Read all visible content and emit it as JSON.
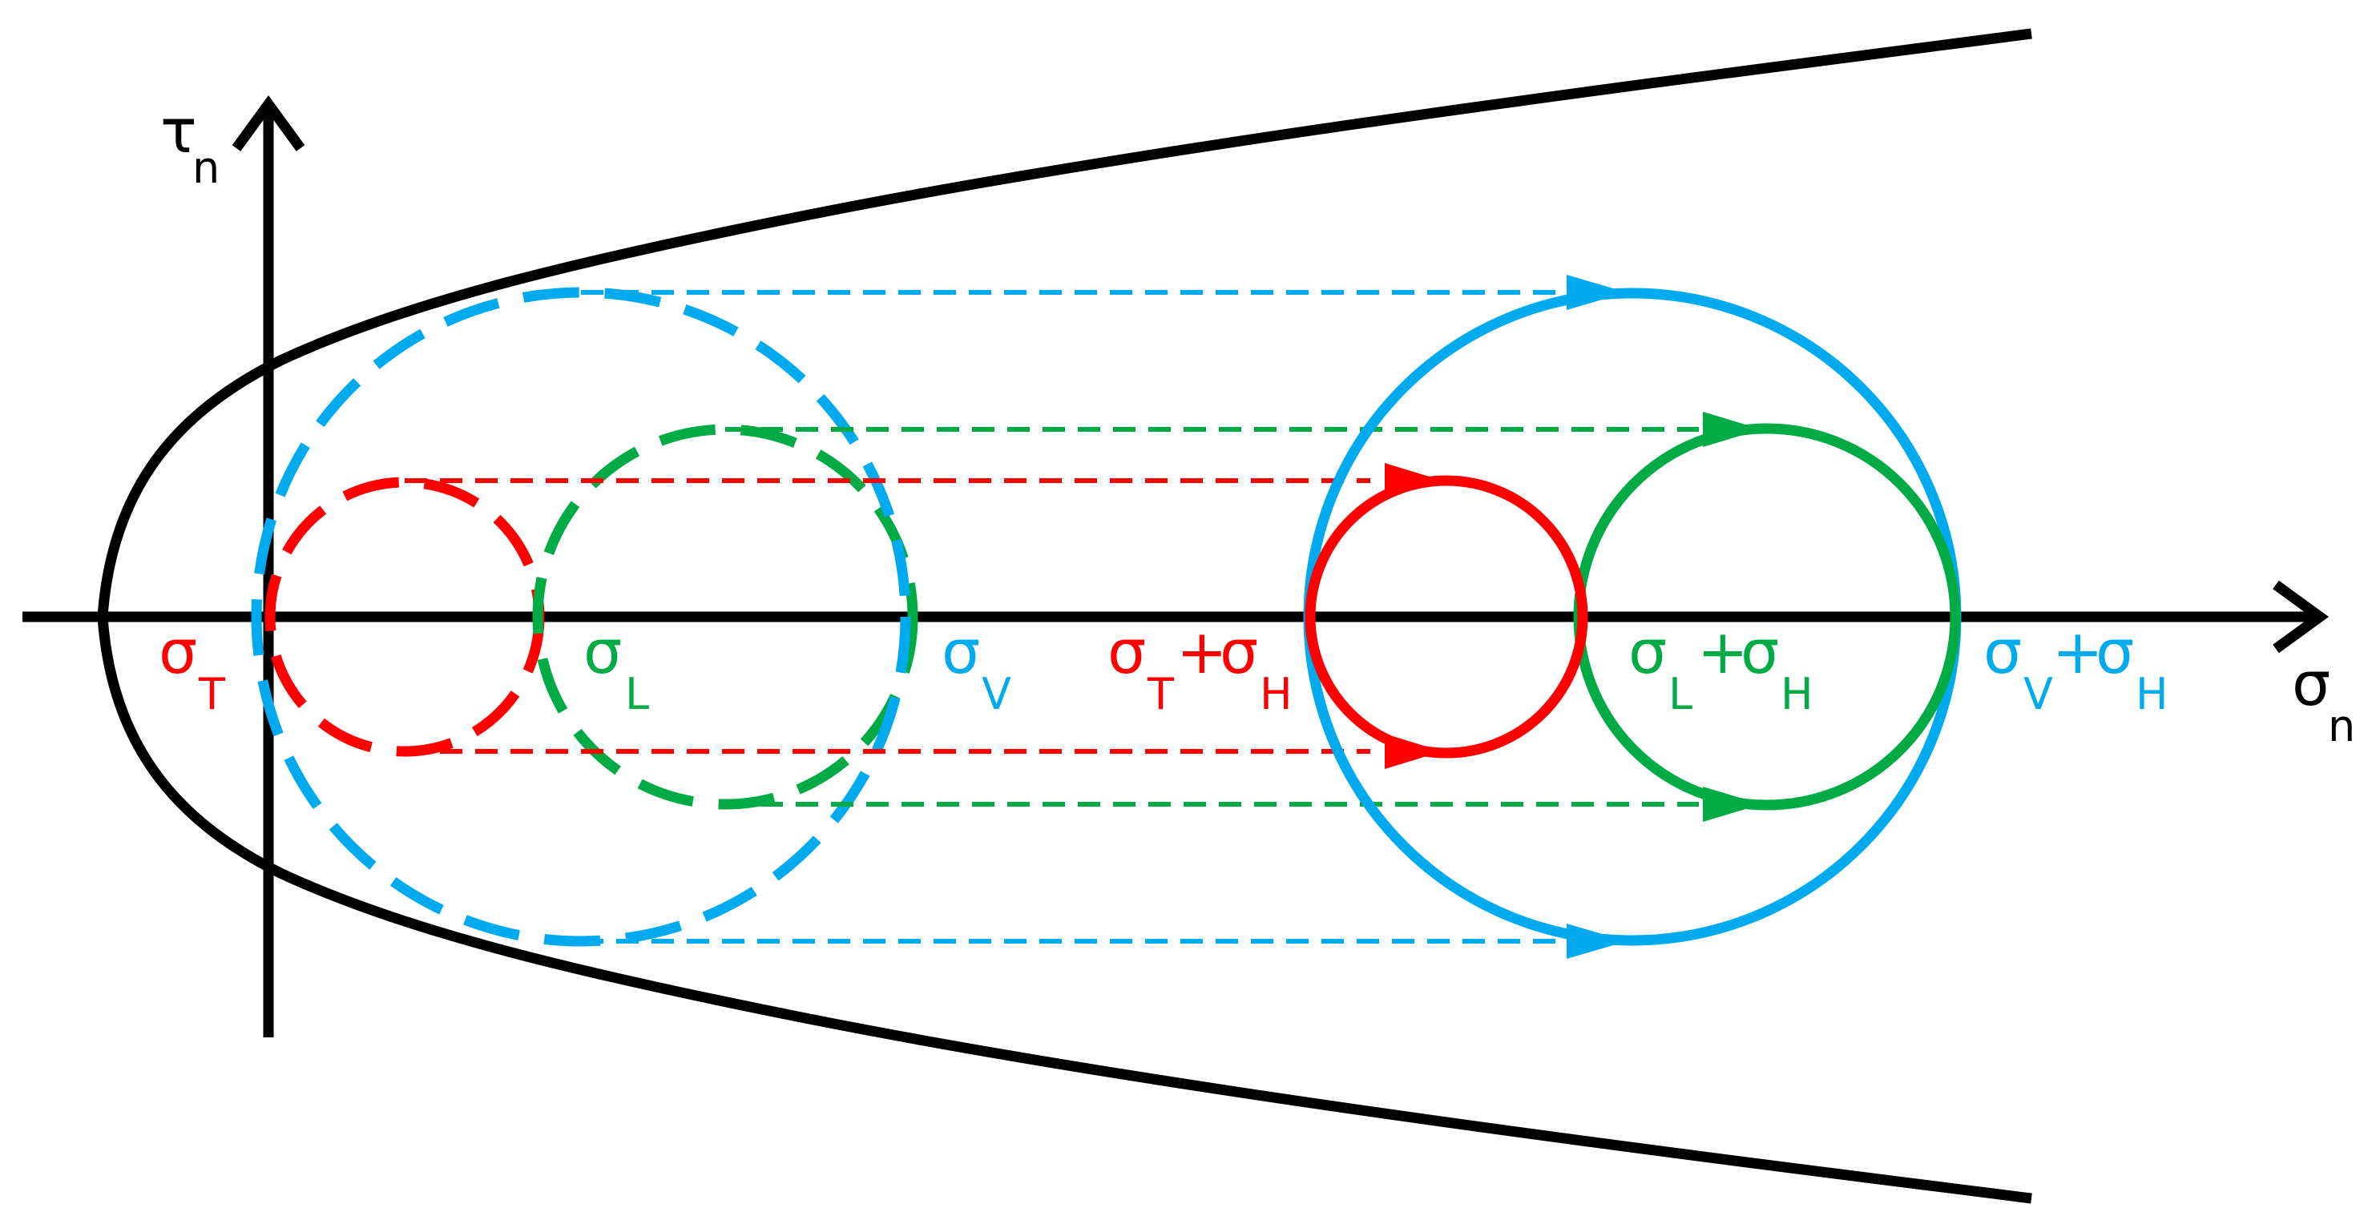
{
  "colors": {
    "axis": "#000000",
    "red": "#ff0000",
    "green": "#00aa44",
    "blue": "#00aaee"
  },
  "axes": {
    "y_symbol": "τ",
    "y_sub": "n",
    "x_symbol": "σ",
    "x_sub": "n"
  },
  "labels": {
    "sigma_t": {
      "sym": "σ",
      "sub": "T"
    },
    "sigma_l": {
      "sym": "σ",
      "sub": "L"
    },
    "sigma_v": {
      "sym": "σ",
      "sub": "V"
    },
    "sigma_t_h": {
      "sym1": "σ",
      "sub1": "T",
      "plus": "+",
      "sym2": "σ",
      "sub2": "H"
    },
    "sigma_l_h": {
      "sym1": "σ",
      "sub1": "L",
      "plus": "+",
      "sym2": "σ",
      "sub2": "H"
    },
    "sigma_v_h": {
      "sym1": "σ",
      "sub1": "V",
      "plus": "+",
      "sym2": "σ",
      "sub2": "H"
    }
  }
}
